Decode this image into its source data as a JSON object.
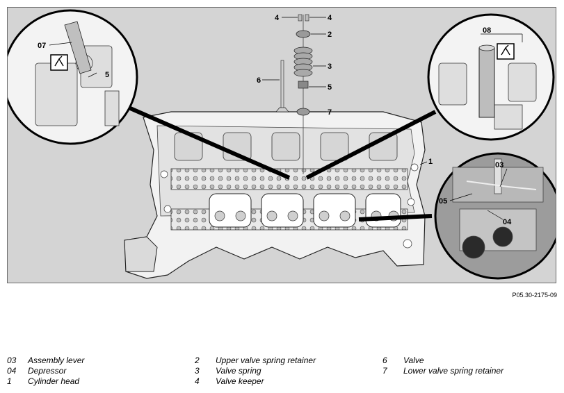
{
  "figure_ref": "P05.30-2175-09",
  "callouts": {
    "c4a": "4",
    "c4b": "4",
    "c2": "2",
    "c3": "3",
    "c6": "6",
    "c5": "5",
    "c7": "7",
    "c1": "1",
    "c07": "07",
    "c5_left": "5",
    "c08": "08",
    "c03": "03",
    "c05": "05",
    "c04": "04"
  },
  "legend": [
    [
      {
        "num": "03",
        "text": "Assembly lever"
      },
      {
        "num": "04",
        "text": "Depressor"
      },
      {
        "num": "1",
        "text": "Cylinder head"
      }
    ],
    [
      {
        "num": "2",
        "text": "Upper valve spring retainer"
      },
      {
        "num": "3",
        "text": "Valve spring"
      },
      {
        "num": "4",
        "text": "Valve keeper"
      }
    ],
    [
      {
        "num": "6",
        "text": "Valve"
      },
      {
        "num": "7",
        "text": "Lower valve spring retainer"
      }
    ]
  ]
}
